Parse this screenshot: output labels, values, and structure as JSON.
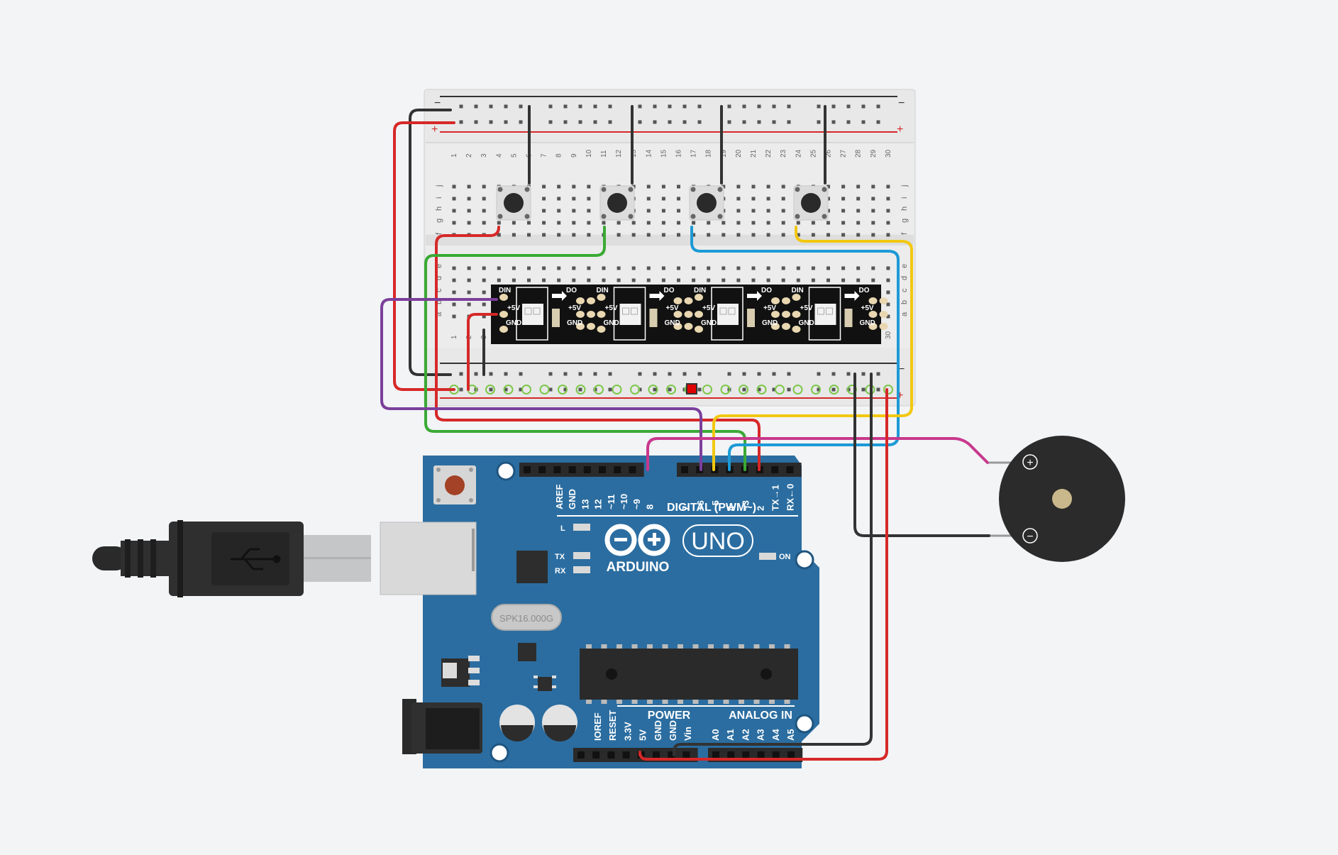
{
  "breadboard": {
    "rail_minus": "−",
    "rail_plus": "+",
    "row_letters_top": [
      "j",
      "i",
      "h",
      "g",
      "f"
    ],
    "row_letters_bottom": [
      "e",
      "d",
      "c",
      "b",
      "a"
    ],
    "column_numbers": [
      "1",
      "2",
      "3",
      "4",
      "5",
      "6",
      "7",
      "8",
      "9",
      "10",
      "11",
      "12",
      "13",
      "14",
      "15",
      "16",
      "17",
      "18",
      "19",
      "20",
      "21",
      "22",
      "23",
      "24",
      "25",
      "26",
      "27",
      "28",
      "29",
      "30"
    ]
  },
  "led_strip": {
    "pixel_labels": {
      "din": "DIN",
      "do": "DO",
      "vcc": "+5V",
      "gnd": "GND"
    },
    "pixel_count": 4
  },
  "arduino": {
    "brand": "ARDUINO",
    "model": "UNO",
    "digital_label": "DIGITAL (PWM~)",
    "power_label": "POWER",
    "analog_label": "ANALOG IN",
    "top_left_pins": [
      "AREF",
      "GND",
      "13",
      "12",
      "~11",
      "~10",
      "~9",
      "8"
    ],
    "top_right_pins": [
      "7",
      "~6",
      "~5",
      "4",
      "~3",
      "2",
      "TX→1",
      "RX←0"
    ],
    "power_pins": [
      "IOREF",
      "RESET",
      "3.3V",
      "5V",
      "GND",
      "GND",
      "Vin"
    ],
    "analog_pins": [
      "A0",
      "A1",
      "A2",
      "A3",
      "A4",
      "A5"
    ],
    "leds": [
      "L",
      "TX",
      "RX"
    ],
    "on_label": "ON",
    "crystal": "SPK16.000G"
  },
  "buzzer": {
    "plus": "+",
    "minus": "−"
  },
  "colors": {
    "board_blue": "#2b6da0",
    "wire_red": "#d62828",
    "wire_black": "#333333",
    "wire_green": "#3aaa35",
    "wire_blue": "#1c9ad6",
    "wire_yellow": "#f2c811",
    "wire_purple": "#7b3f9b",
    "wire_pink": "#c8388c"
  }
}
